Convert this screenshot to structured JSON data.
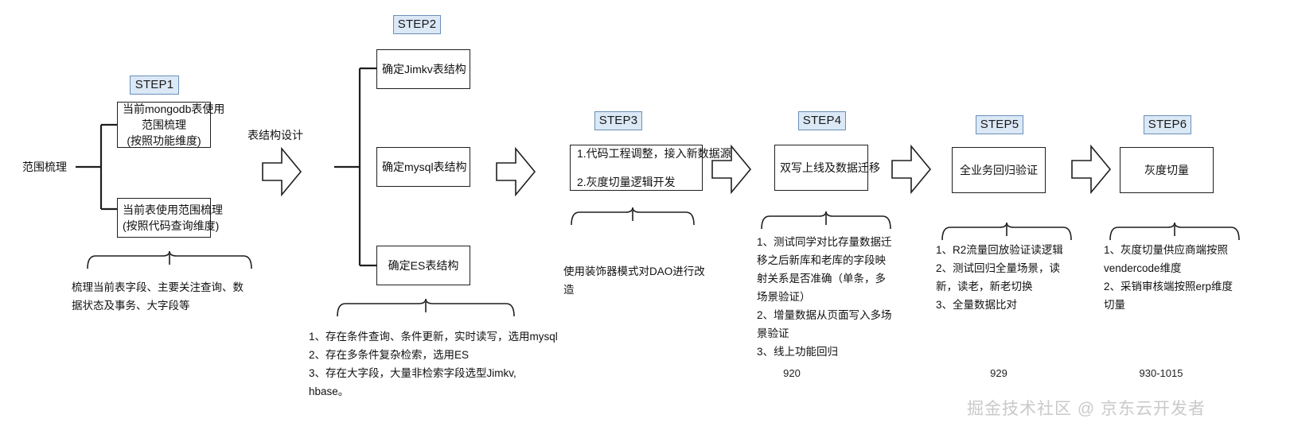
{
  "diagram": {
    "title_label": "范围梳理",
    "connector_label_1": "表结构设计",
    "steps": [
      {
        "id": "step1",
        "pill": "STEP1",
        "boxes": [
          {
            "lines": [
              "当前mongodb表使用",
              "范围梳理",
              "(按照功能维度)"
            ]
          },
          {
            "lines": [
              "当前表使用范围梳理",
              "(按照代码查询维度)"
            ]
          }
        ],
        "note": [
          "梳理当前表字段、主要关注查询、数",
          "据状态及事务、大字段等"
        ],
        "number": ""
      },
      {
        "id": "step2",
        "pill": "STEP2",
        "boxes": [
          {
            "lines": [
              "确定Jimkv表结构"
            ]
          },
          {
            "lines": [
              "确定mysql表结构"
            ]
          },
          {
            "lines": [
              "确定ES表结构"
            ]
          }
        ],
        "note": [
          "1、存在条件查询、条件更新，实时读写，选用mysql",
          "2、存在多条件复杂检索，选用ES",
          "3、存在大字段，大量非检索字段选型Jimkv,",
          "hbase。"
        ],
        "number": ""
      },
      {
        "id": "step3",
        "pill": "STEP3",
        "boxes": [
          {
            "lines": [
              "1.代码工程调整，接入新数据源",
              "2.灰度切量逻辑开发"
            ]
          }
        ],
        "note": [
          "使用装饰器模式对DAO进行改",
          "造"
        ],
        "number": ""
      },
      {
        "id": "step4",
        "pill": "STEP4",
        "boxes": [
          {
            "lines": [
              "双写上线及数据迁移"
            ]
          }
        ],
        "note": [
          "1、测试同学对比存量数据迁",
          "移之后新库和老库的字段映",
          "射关系是否准确（单条，多",
          "场景验证）",
          "2、增量数据从页面写入多场",
          "景验证",
          "3、线上功能回归"
        ],
        "number": "920"
      },
      {
        "id": "step5",
        "pill": "STEP5",
        "boxes": [
          {
            "lines": [
              "全业务回归验证"
            ]
          }
        ],
        "note": [
          "1、R2流量回放验证读逻辑",
          "2、测试回归全量场景，读",
          "新，读老，新老切换",
          "3、全量数据比对"
        ],
        "number": "929"
      },
      {
        "id": "step6",
        "pill": "STEP6",
        "boxes": [
          {
            "lines": [
              "灰度切量"
            ]
          }
        ],
        "note": [
          "1、灰度切量供应商端按照",
          "vendercode维度",
          "2、采销审核端按照erp维度",
          "切量"
        ],
        "number": "930-1015"
      }
    ],
    "watermark": "掘金技术社区 @ 京东云开发者",
    "colors": {
      "pill_fill": "#dbe8f6",
      "pill_border": "#6b8fb8",
      "box_border": "#1f1f1f",
      "line": "#1f1f1f",
      "background": "#ffffff",
      "watermark": "#c9c9c9"
    }
  }
}
